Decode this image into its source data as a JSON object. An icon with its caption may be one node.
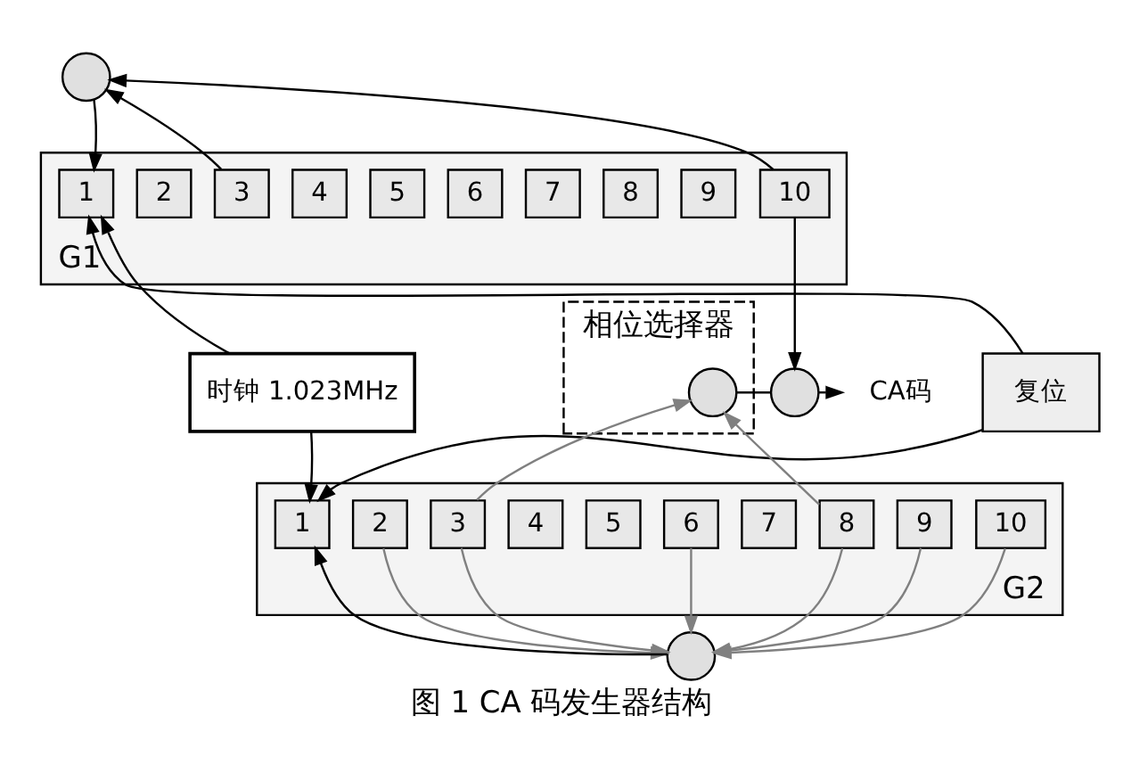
{
  "diagram": {
    "caption": "图 1 CA 码发生器结构",
    "nodes": [
      {
        "text": [
          "G1"
        ]
      },
      {
        "text": [
          "1"
        ],
        "in": 0
      },
      {
        "text": [
          "2"
        ],
        "in": 0
      },
      {
        "text": [
          "3"
        ],
        "in": 0
      },
      {
        "text": [
          "4"
        ],
        "in": 0
      },
      {
        "text": [
          "5"
        ],
        "in": 0
      },
      {
        "text": [
          "6"
        ],
        "in": 0
      },
      {
        "text": [
          "7"
        ],
        "in": 0
      },
      {
        "text": [
          "8"
        ],
        "in": 0
      },
      {
        "text": [
          "9"
        ],
        "in": 0
      },
      {
        "text": [
          "10"
        ],
        "in": 0
      },
      {
        "text": [],
        "shape": "circle"
      },
      {
        "text": [
          "时钟 1.023MHz"
        ]
      },
      {
        "text": [
          "复位"
        ]
      },
      {
        "text": [
          "相位选择器"
        ]
      },
      {
        "text": [],
        "shape": "circle",
        "in": 14
      },
      {
        "text": [],
        "shape": "circle"
      },
      {
        "text": [
          "CA码"
        ]
      },
      {
        "text": [
          "G2"
        ]
      },
      {
        "text": [
          "1"
        ],
        "in": 18
      },
      {
        "text": [
          "2"
        ],
        "in": 18
      },
      {
        "text": [
          "3"
        ],
        "in": 18
      },
      {
        "text": [
          "4"
        ],
        "in": 18
      },
      {
        "text": [
          "5"
        ],
        "in": 18
      },
      {
        "text": [
          "6"
        ],
        "in": 18
      },
      {
        "text": [
          "7"
        ],
        "in": 18
      },
      {
        "text": [
          "8"
        ],
        "in": 18
      },
      {
        "text": [
          "9"
        ],
        "in": 18
      },
      {
        "text": [
          "10"
        ],
        "in": 18
      },
      {
        "text": [],
        "shape": "circle"
      }
    ],
    "edges": [
      {
        "from": 3,
        "to": 11,
        "arrow": "to"
      },
      {
        "from": 10,
        "to": 11,
        "arrow": "to"
      },
      {
        "from": 11,
        "to": 1,
        "arrow": "to"
      },
      {
        "from": 10,
        "to": 16,
        "arrow": "to"
      },
      {
        "from": 15,
        "to": 16,
        "arrow": "none"
      },
      {
        "from": 16,
        "to": 17,
        "arrow": "to"
      },
      {
        "from": 12,
        "to": 1,
        "arrow": "to"
      },
      {
        "from": 12,
        "to": 19,
        "arrow": "to"
      },
      {
        "from": 13,
        "to": 1,
        "arrow": "to"
      },
      {
        "from": 13,
        "to": 19,
        "arrow": "to"
      },
      {
        "from": 21,
        "to": 15,
        "arrow": "to",
        "color": "#808080"
      },
      {
        "from": 26,
        "to": 15,
        "arrow": "to",
        "color": "#808080"
      },
      {
        "from": 20,
        "to": 29,
        "arrow": "to",
        "color": "#808080"
      },
      {
        "from": 21,
        "to": 29,
        "arrow": "to",
        "color": "#808080"
      },
      {
        "from": 24,
        "to": 29,
        "arrow": "to",
        "color": "#808080"
      },
      {
        "from": 26,
        "to": 29,
        "arrow": "to",
        "color": "#808080"
      },
      {
        "from": 27,
        "to": 29,
        "arrow": "to",
        "color": "#808080"
      },
      {
        "from": 28,
        "to": 29,
        "arrow": "to",
        "color": "#808080"
      },
      {
        "from": 29,
        "to": 19,
        "arrow": "to"
      }
    ]
  }
}
